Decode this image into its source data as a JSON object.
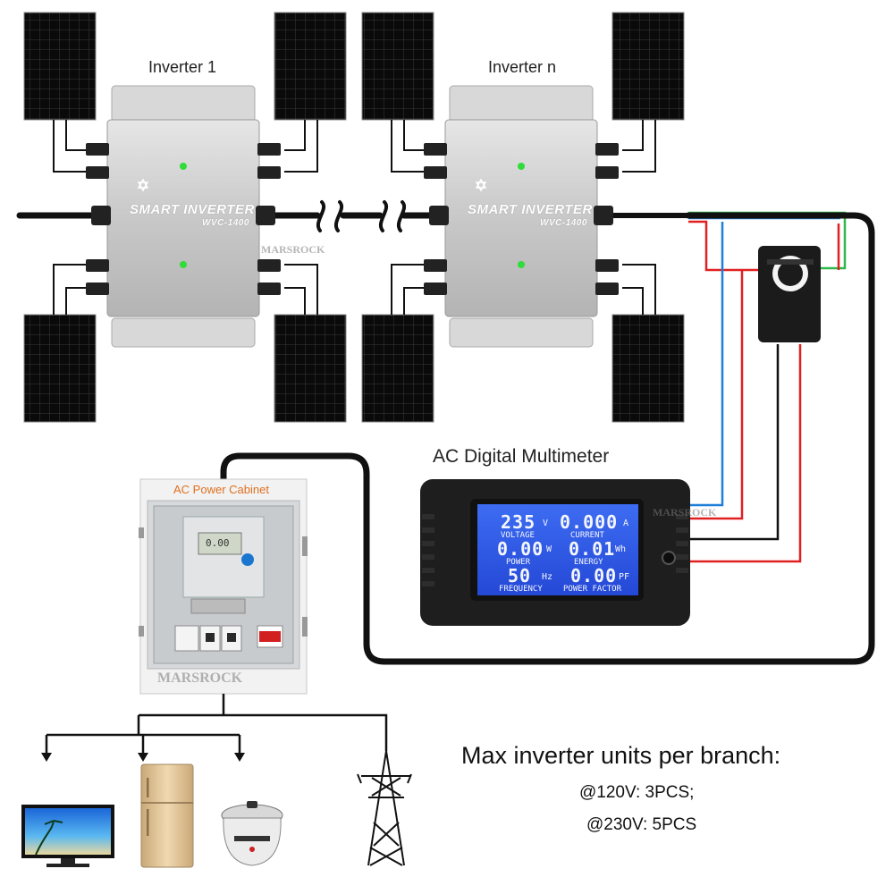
{
  "inverters": [
    {
      "title": "Inverter 1",
      "brand": "SMART INVERTER",
      "model": "WVC-1400"
    },
    {
      "title": "Inverter n",
      "brand": "SMART INVERTER",
      "model": "WVC-1400"
    }
  ],
  "multimeter": {
    "title": "AC Digital Multimeter",
    "readings": {
      "voltage": {
        "value": "235",
        "unit": "V",
        "label": "VOLTAGE"
      },
      "current": {
        "value": "0.000",
        "unit": "A",
        "label": "CURRENT"
      },
      "power": {
        "value": "0.00",
        "unit": "W",
        "label": "POWER"
      },
      "energy": {
        "value": "0.01",
        "unit": "Wh",
        "label": "ENERGY"
      },
      "frequency": {
        "value": "50",
        "unit": "Hz",
        "label": "FREQUENCY"
      },
      "power_factor": {
        "value": "0.00",
        "unit": "PF",
        "label": "POWER FACTOR"
      }
    }
  },
  "cabinet": {
    "title": "AC Power Cabinet",
    "meter_value": "0.00"
  },
  "watermark": "MARSROCK",
  "note": {
    "title": "Max inverter units per branch:",
    "line1": "@120V: 3PCS;",
    "line2": "@230V: 5PCS"
  },
  "appliances": [
    "tv-icon",
    "refrigerator-icon",
    "rice-cooker-icon",
    "power-tower-icon"
  ],
  "colors": {
    "accent_blue": "#1e7fd8",
    "lcd_blue": "#2f5ee8",
    "wire_red": "#e02020",
    "wire_green": "#2fb84a",
    "cable_black": "#111111",
    "cabinet_title": "#e07020"
  }
}
